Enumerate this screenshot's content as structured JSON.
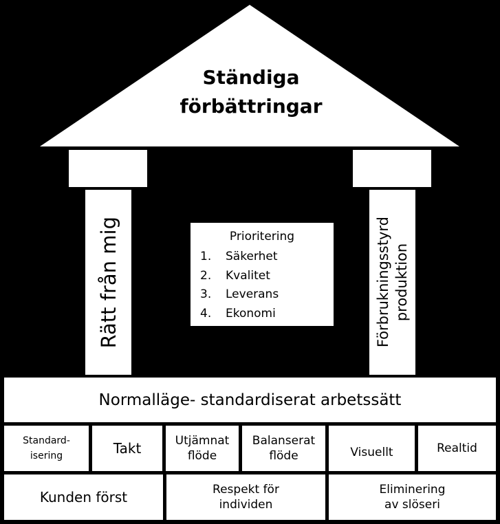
{
  "roof": {
    "line1": "Ständiga",
    "line2": "förbättringar"
  },
  "pillars": {
    "left": "Rätt från mig",
    "right_line1": "Förbrukningsstyrd",
    "right_line2": "produktion"
  },
  "priority": {
    "title": "Prioritering",
    "items": [
      {
        "num": "1.",
        "label": "Säkerhet"
      },
      {
        "num": "2.",
        "label": "Kvalitet"
      },
      {
        "num": "3.",
        "label": "Leverans"
      },
      {
        "num": "4.",
        "label": "Ekonomi"
      }
    ]
  },
  "foundation": {
    "title": "Normalläge- standardiserat arbetssätt",
    "row1": [
      {
        "l1": "Standard-",
        "l2": "isering"
      },
      {
        "l1": "Takt"
      },
      {
        "l1": "Utjämnat",
        "l2": "flöde"
      },
      {
        "l1": "Balanserat",
        "l2": "flöde"
      },
      {
        "l1": "Visuellt"
      },
      {
        "l1": "Realtid"
      }
    ],
    "row2": [
      {
        "l1": "Kunden först"
      },
      {
        "l1": "Respekt för",
        "l2": "individen"
      },
      {
        "l1": "Eliminering",
        "l2": "av slöseri"
      }
    ]
  }
}
